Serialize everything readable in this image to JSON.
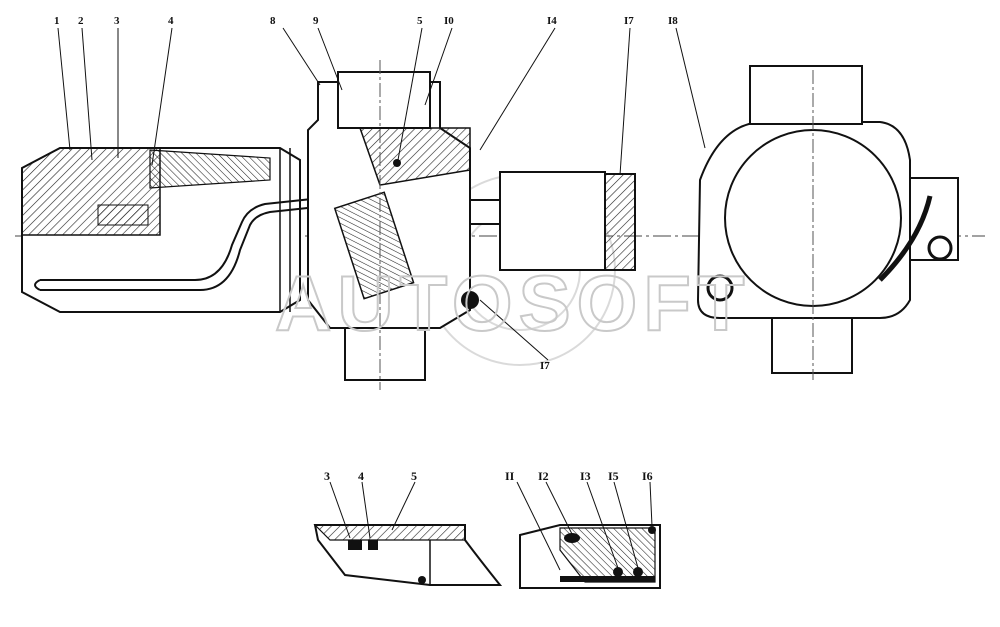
{
  "diagram": {
    "top_callouts": {
      "c1": "1",
      "c2": "2",
      "c3": "3",
      "c4": "4",
      "c8": "8",
      "c9": "9",
      "c5": "5",
      "c10": "I0",
      "c14": "I4",
      "c17": "I7",
      "c18": "I8",
      "c7": "I7"
    },
    "detail_left_callouts": {
      "c3": "3",
      "c4": "4",
      "c5": "5"
    },
    "detail_right_callouts": {
      "c11": "II",
      "c12": "I2",
      "c13": "I3",
      "c15": "I5",
      "c16": "I6"
    },
    "watermark": "AUTOSOFT"
  }
}
